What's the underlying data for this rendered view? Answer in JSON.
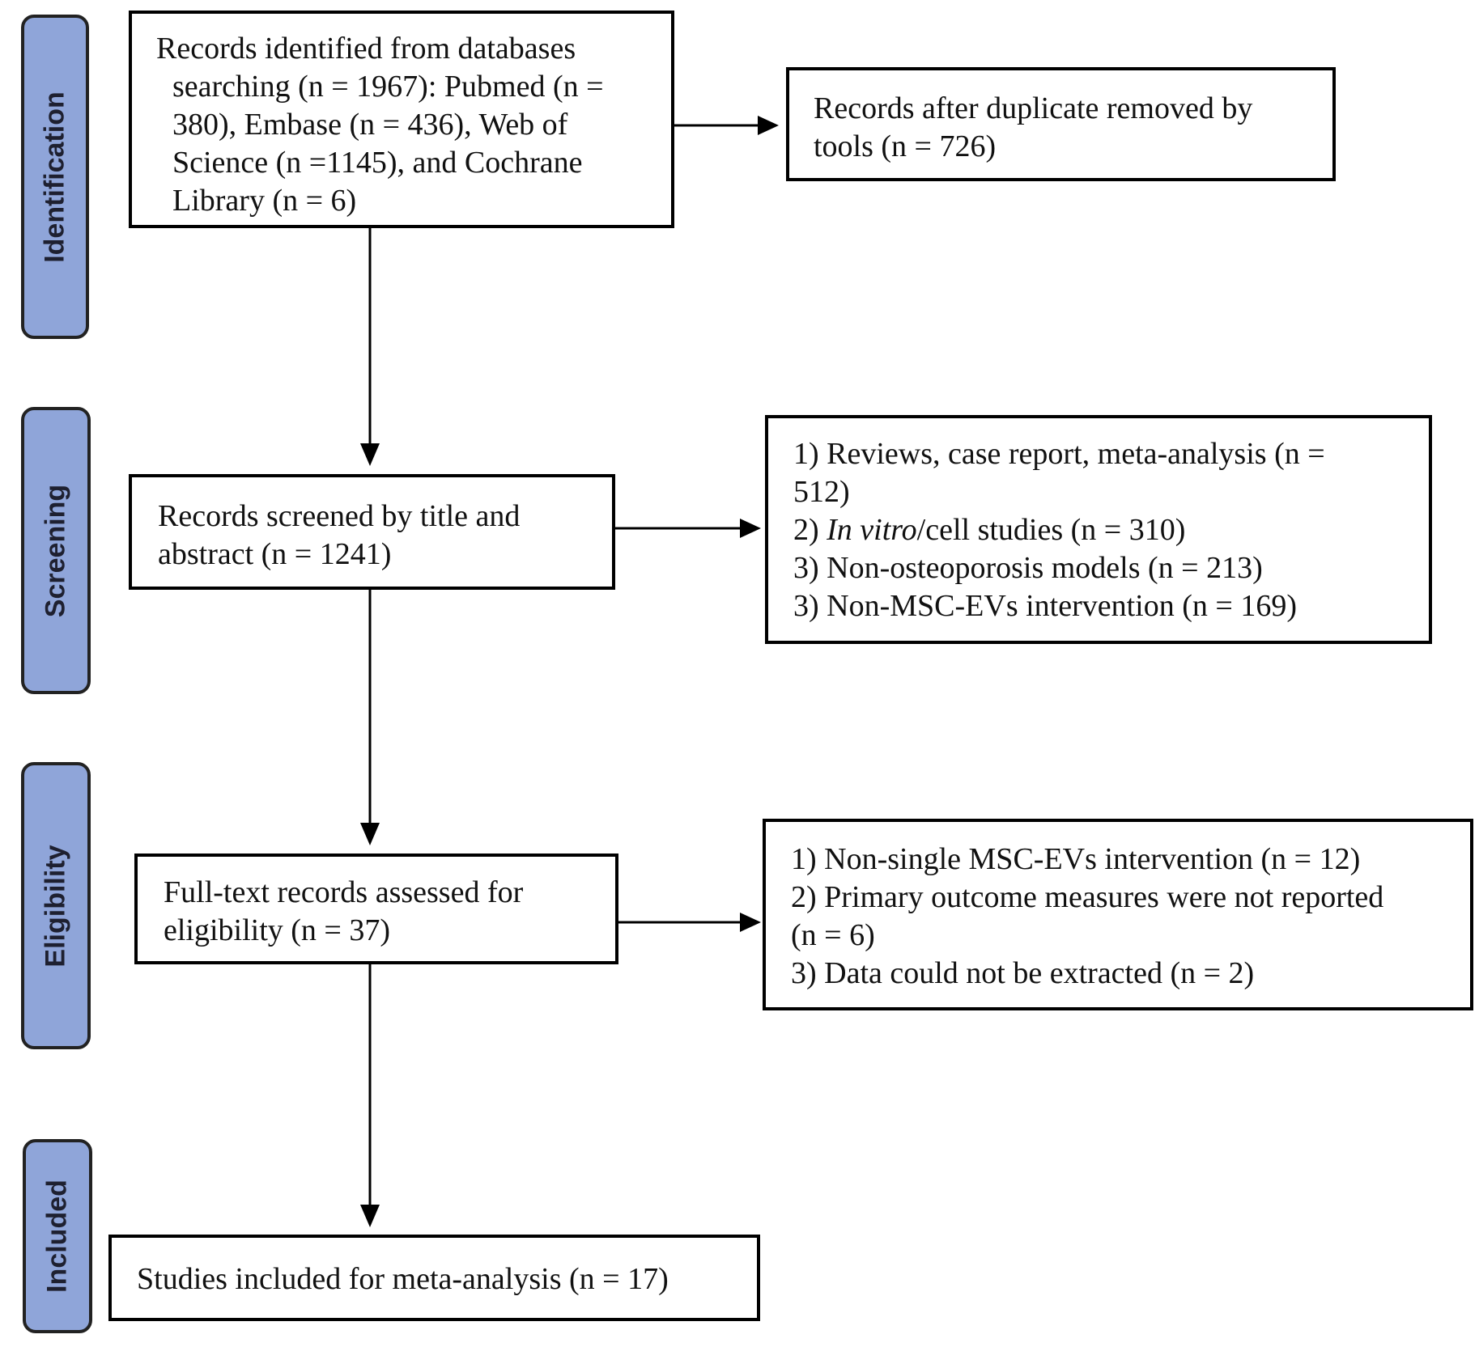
{
  "phases": {
    "identification": "Identification",
    "screening": "Screening",
    "eligibility": "Eligibility",
    "included": "Included"
  },
  "identified": {
    "lines": [
      "Records identified from databases",
      "searching (n = 1967): Pubmed (n =",
      "380), Embase (n = 436), Web of",
      "Science (n =1145), and Cochrane",
      "Library (n = 6)"
    ]
  },
  "duplicates": {
    "lines": [
      "Records after duplicate removed by",
      "tools (n = 726)"
    ]
  },
  "screened": {
    "lines": [
      "Records screened by title and",
      "abstract (n = 1241)"
    ]
  },
  "screen_excluded": {
    "line1": "1) Reviews, case report, meta-analysis (n =",
    "line2": "512)",
    "line3_prefix": "2) ",
    "line3_italic": "In vitro",
    "line3_rest": "/cell studies (n = 310)",
    "line4": "3) Non-osteoporosis models (n = 213)",
    "line5": "3) Non-MSC-EVs intervention (n = 169)"
  },
  "fulltext": {
    "lines": [
      "Full-text records assessed for",
      "eligibility (n = 37)"
    ]
  },
  "fulltext_excluded": {
    "lines": [
      "1) Non-single MSC-EVs intervention (n = 12)",
      "2) Primary outcome measures were not reported",
      "(n = 6)",
      "3) Data could not be extracted (n = 2)"
    ]
  },
  "included": {
    "text": "Studies included for meta-analysis (n = 17)"
  }
}
